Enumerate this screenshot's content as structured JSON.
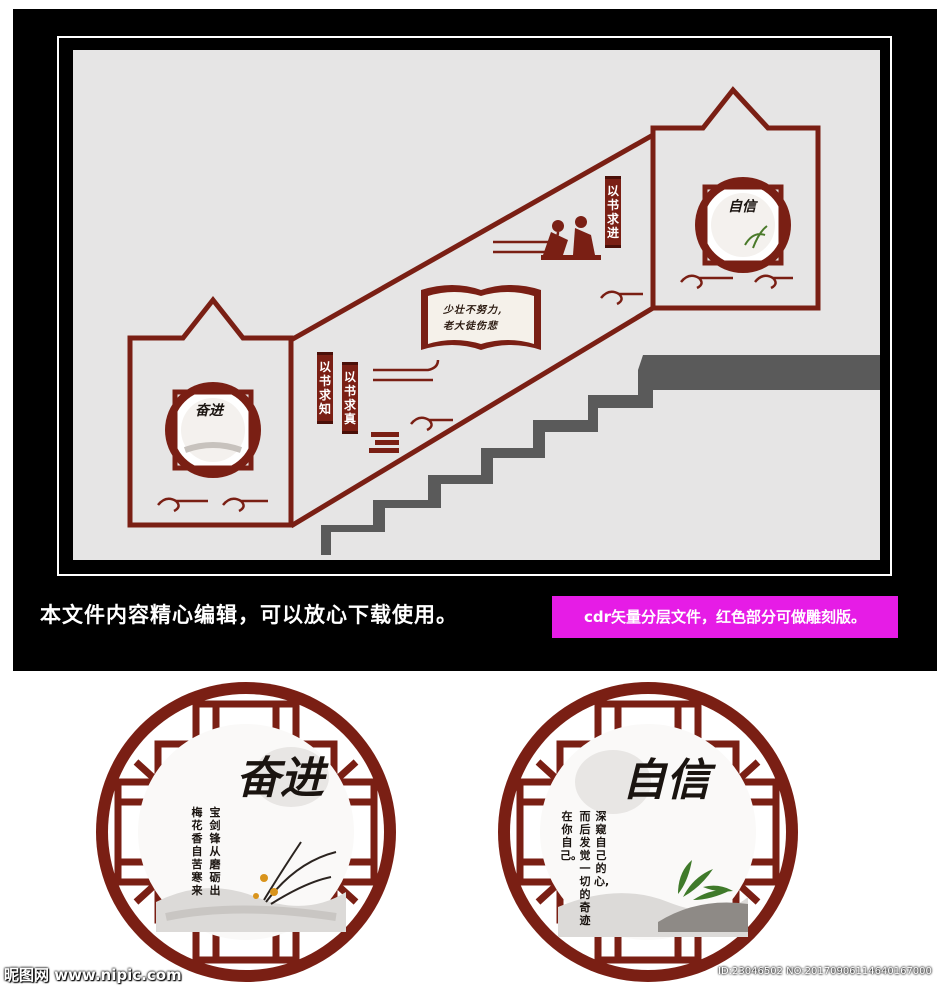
{
  "wall": {
    "scroll_poem_line1": "少壮不努力,",
    "scroll_poem_line2": "老大徒伤悲",
    "plaque_top": "以书求进",
    "plaque_left_a": "以书求知",
    "plaque_left_b": "以书求真",
    "left_medallion_title": "奋进",
    "right_medallion_title": "自信"
  },
  "captions": {
    "notice": "本文件内容精心编辑，可以放心下载使用。",
    "badge": "cdr矢量分层文件，红色部分可做雕刻版。"
  },
  "medallion_left": {
    "title": "奋进",
    "poem_col1": "宝剑锋从磨砺出",
    "poem_col2": "梅花香自苦寒来"
  },
  "medallion_right": {
    "title": "自信",
    "poem_col1": "深窥自己的心,",
    "poem_col2": "而后发觉一切的奇迹",
    "poem_col3": "在你自己。"
  },
  "watermark": {
    "site": "昵图网 www.nipic.com",
    "id_text": "ID:23046502 NO:20170906114640167000"
  },
  "colors": {
    "frame": "#000000",
    "wall": "#e6e5e5",
    "maroon": "#7a1f14",
    "stair_gray": "#555555",
    "badge_magenta": "#e61ce6"
  }
}
